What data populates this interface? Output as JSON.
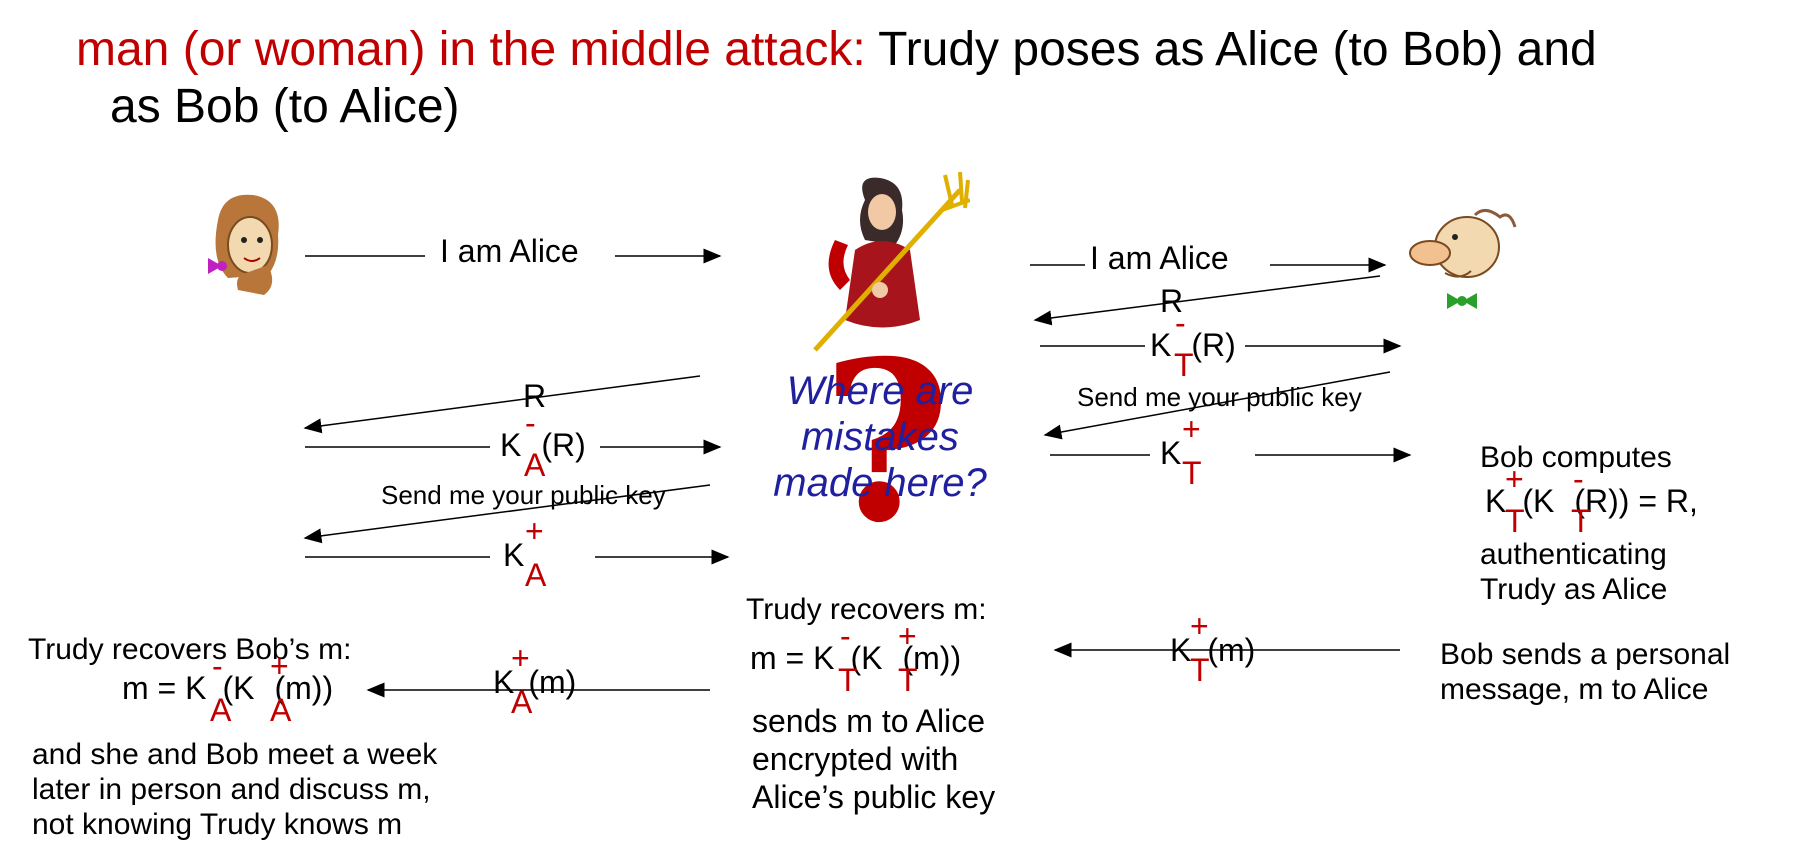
{
  "title": {
    "attack_name": "man (or woman) in the middle attack:",
    "line1_rest": "Trudy poses as Alice (to Bob) and",
    "line2": "as Bob (to Alice)"
  },
  "left_exchange": {
    "i_am_alice": "I am Alice",
    "nonce": "R",
    "signed": "(R)",
    "send_key": "Send me your public key",
    "key_letter": "K",
    "subscript": "A",
    "minus": "-",
    "plus": "+"
  },
  "right_exchange": {
    "i_am_alice": "I am Alice",
    "nonce": "R",
    "signed": "(R)",
    "send_key": "Send me your public key",
    "key_letter": "K",
    "subscript": "T",
    "minus": "-",
    "plus": "+"
  },
  "center": {
    "question": "?",
    "mistakes": "Where are mistakes made here?",
    "trudy_recovers": "Trudy recovers m:",
    "eq_prefix": "m = K",
    "eq_mid": "(K",
    "eq_end": "(m))",
    "sends": "sends m to Alice",
    "encrypted": "encrypted with",
    "alice_key": "Alice’s public key"
  },
  "bob_computes": {
    "line1": "Bob computes",
    "eq_k1": "K",
    "eq_mid": "(K",
    "eq_end": "(R)) =  R,",
    "line3": "authenticating",
    "line4": "Trudy as Alice"
  },
  "bob_message": {
    "line1": "Bob sends a personal",
    "line2": "message, m to Alice",
    "cipher_end": "(m)"
  },
  "left_bottom": {
    "recovers": "Trudy recovers Bob’s m:",
    "eq_prefix": "m = K",
    "eq_mid": "(K",
    "eq_end": "(m))",
    "cipher_end": "(m)",
    "line1": "and she and Bob meet a week",
    "line2": "later in person and discuss m,",
    "line3": "not knowing Trudy knows m"
  },
  "icons": [
    "alice-icon",
    "trudy-devil-icon",
    "bob-icon"
  ]
}
